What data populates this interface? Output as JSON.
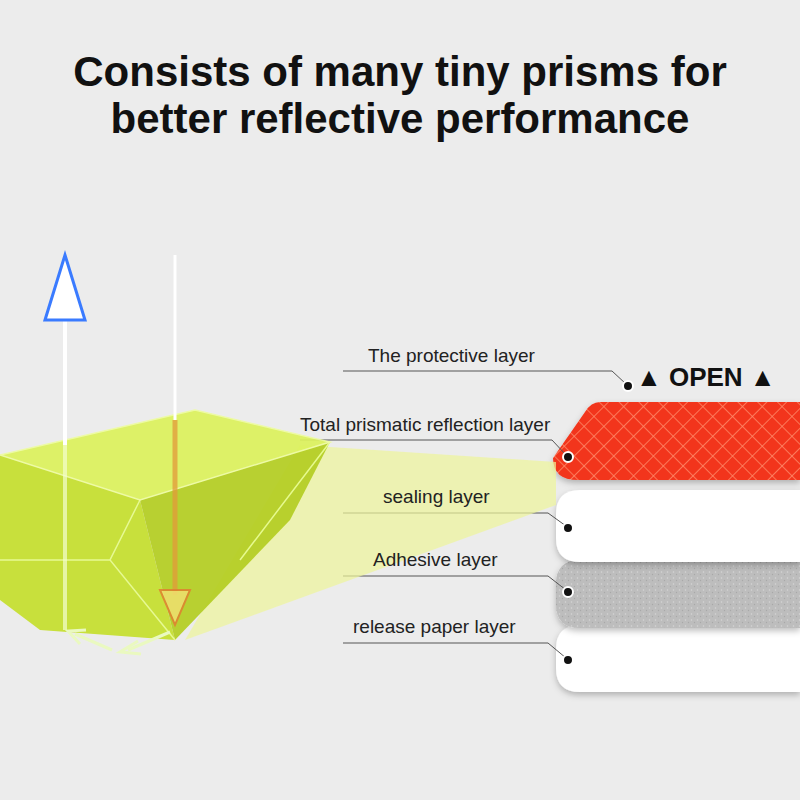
{
  "diagram": {
    "title": "Consists of many tiny prisms for better reflective performance",
    "labels": [
      "The protective layer",
      "▲ OPEN ▲",
      "Total prismatic reflection layer",
      "sealing layer",
      "Adhesive layer",
      "release paper layer"
    ]
  }
}
